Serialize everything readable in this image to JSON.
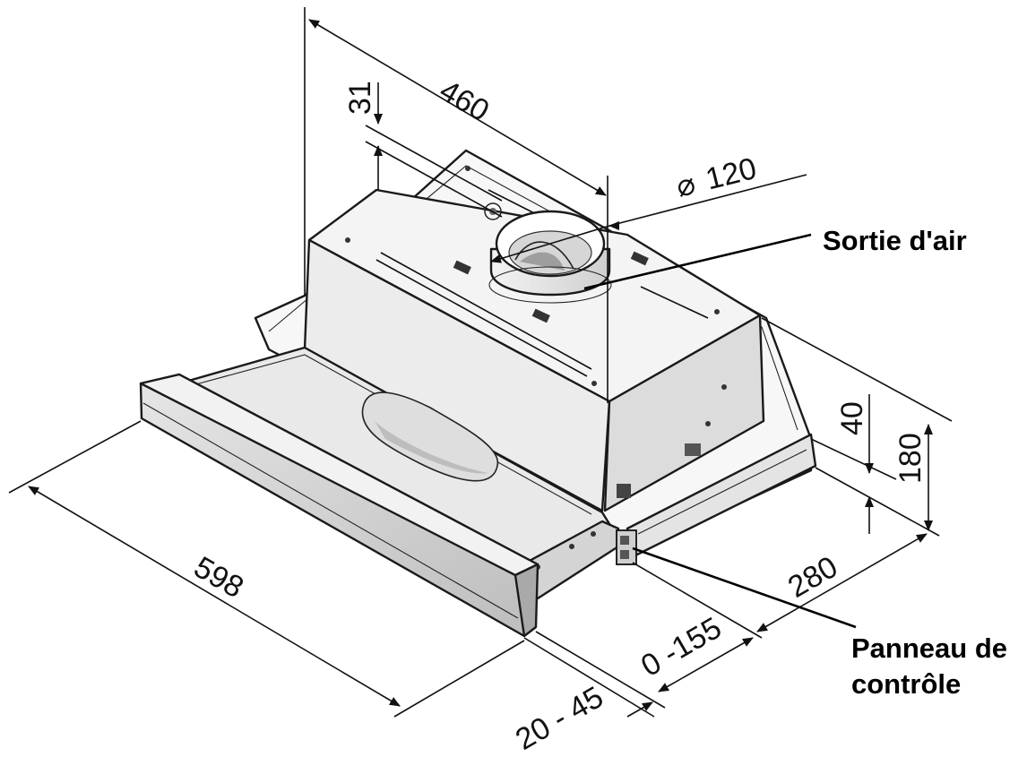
{
  "dimensions": {
    "depth_top": "460",
    "duct_offset": "31",
    "duct_diameter": "120",
    "duct_diameter_symbol": "⌀",
    "width": "598",
    "height_total": "180",
    "height_lower": "40",
    "depth_visor": "280",
    "extension_range": "0 -155",
    "visor_offset": "20 - 45"
  },
  "labels": {
    "air_outlet": "Sortie d'air",
    "control_panel_line1": "Panneau de",
    "control_panel_line2": "contrôle"
  },
  "colors": {
    "line": "#111111",
    "body_fill": "#f4f4f4",
    "shade_light": "#e9e9e9",
    "shade_dark": "#cfcfcf",
    "visor_front": "#d8d8d8"
  }
}
